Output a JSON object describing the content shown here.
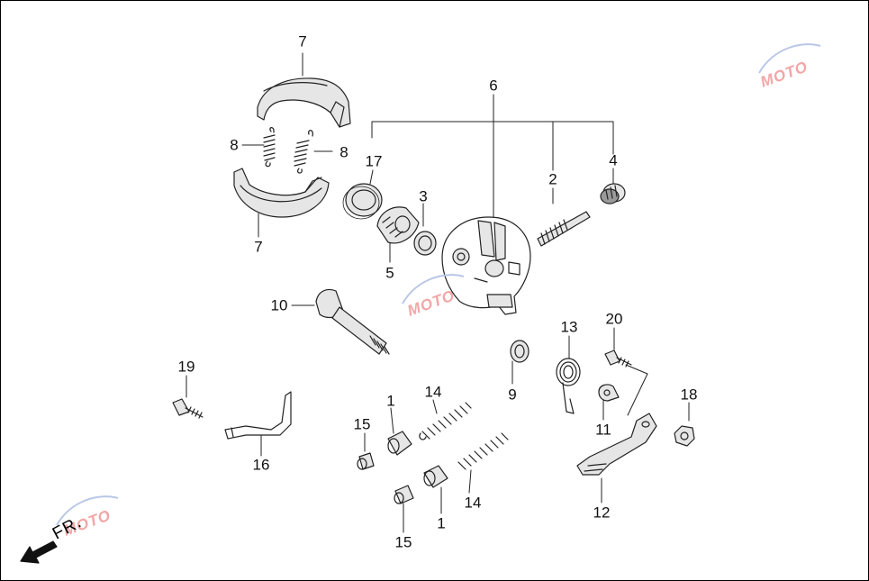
{
  "colors": {
    "line": "#222222",
    "part_fill": "#e6e6e6",
    "part_dark": "#9a9a9a",
    "watermark": "#f2a6a6",
    "watermark_blue": "#b9c6e6"
  },
  "direction_label": "FR.",
  "watermark_text": "MOTO",
  "callouts": [
    "7",
    "8",
    "8",
    "7",
    "17",
    "3",
    "5",
    "6",
    "2",
    "4",
    "10",
    "13",
    "20",
    "9",
    "11",
    "18",
    "19",
    "16",
    "1",
    "14",
    "15",
    "14",
    "1",
    "15",
    "12"
  ]
}
